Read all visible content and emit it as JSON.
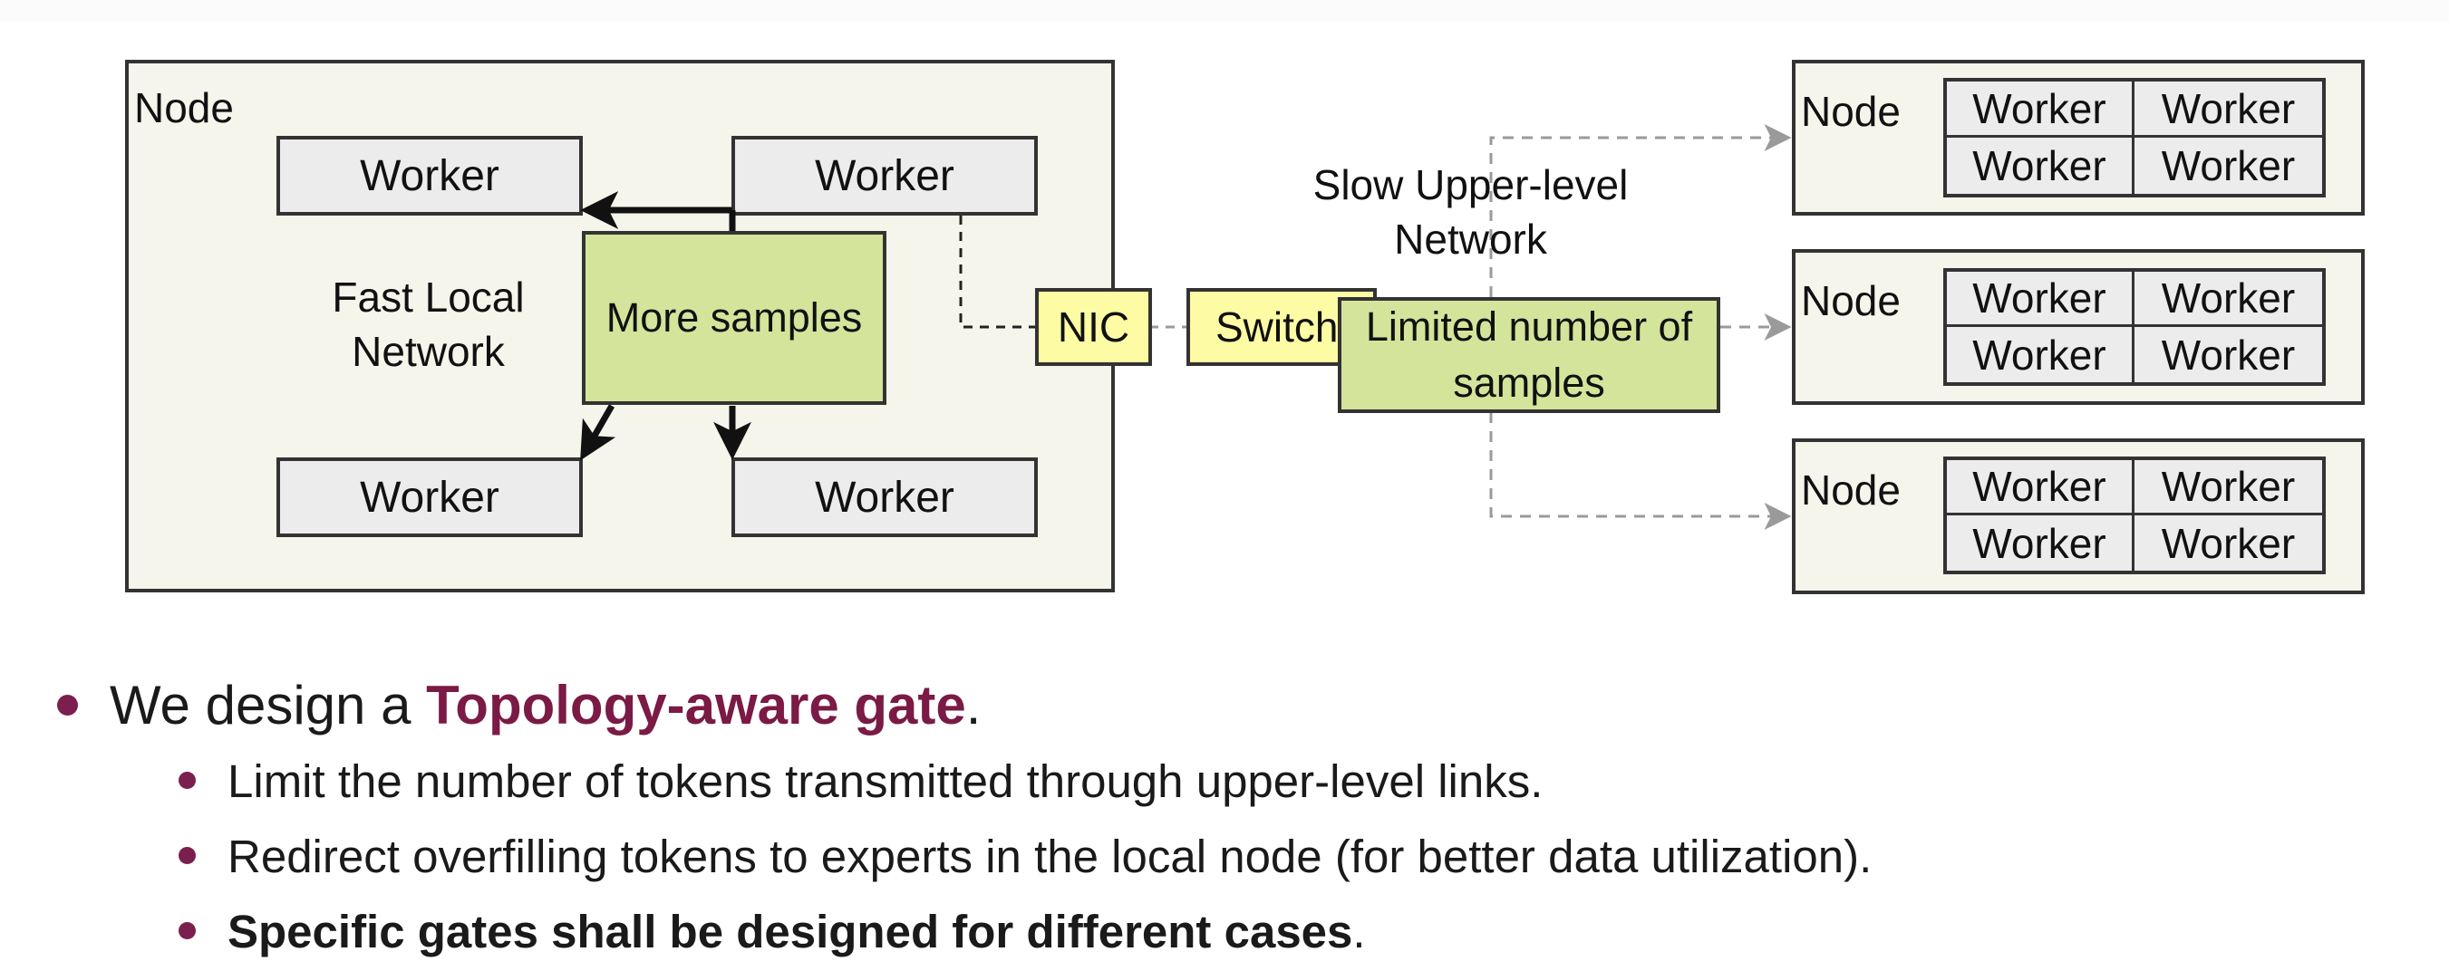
{
  "diagram": {
    "local_node": {
      "label": "Node",
      "workers": [
        "Worker",
        "Worker",
        "Worker",
        "Worker"
      ],
      "local_network_label": "Fast Local Network",
      "more_samples_label": "More samples"
    },
    "nic_label": "NIC",
    "switch_label": "Switch",
    "upper_network_label": "Slow Upper-level Network",
    "limited_samples_label": "Limited number of samples",
    "remote_nodes": [
      {
        "label": "Node",
        "workers": [
          "Worker",
          "Worker",
          "Worker",
          "Worker"
        ]
      },
      {
        "label": "Node",
        "workers": [
          "Worker",
          "Worker",
          "Worker",
          "Worker"
        ]
      },
      {
        "label": "Node",
        "workers": [
          "Worker",
          "Worker",
          "Worker",
          "Worker"
        ]
      }
    ]
  },
  "bullets": {
    "main": {
      "prefix": "We design a ",
      "highlight": "Topology-aware gate",
      "suffix": "."
    },
    "subs": [
      {
        "text": "Limit the number of tokens transmitted through upper-level links."
      },
      {
        "text": "Redirect overfilling tokens to experts in the local node (for better data utilization)."
      },
      {
        "bold": "Specific gates shall be designed for different cases",
        "suffix": "."
      }
    ]
  },
  "colors": {
    "accent": "#7a1a45",
    "node_fill": "#f6f5ec",
    "worker_fill": "#ececec",
    "green_box": "#d4e49a",
    "yellow_box": "#fdfba4"
  }
}
